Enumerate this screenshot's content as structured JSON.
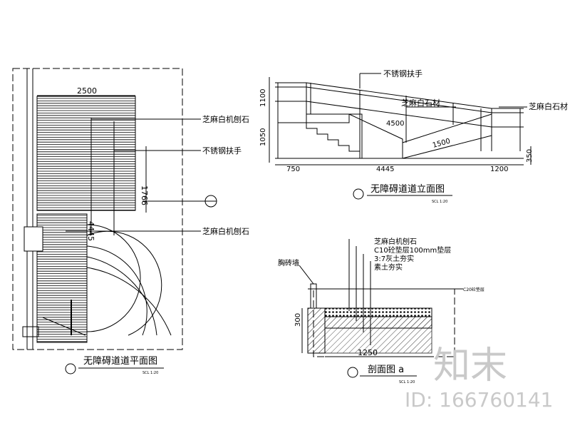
{
  "plan": {
    "title": "无障碍道道平面图",
    "scale": "SCL 1:20",
    "dim_width": "2500",
    "dim_run": "1766",
    "dim_length": "4445",
    "label_top": "芝麻白机刨石",
    "label_handrail": "不锈钢扶手",
    "label_bottom": "芝麻白机刨石"
  },
  "elevation": {
    "title": "无障碍道道立面图",
    "scale": "SCL 1:20",
    "label_handrail": "不锈钢扶手",
    "label_stone_top": "芝麻白石材",
    "label_stone_right": "芝麻白石材",
    "dim_1100": "1100",
    "dim_1050": "1050",
    "dim_4500": "4500",
    "dim_1500": "1500",
    "dim_750": "750",
    "dim_4445": "4445",
    "dim_1200": "1200",
    "dim_350": "350"
  },
  "section": {
    "title": "剖面图 a",
    "scale": "SCL 1:20",
    "label_curb": "胸砖墙",
    "notes": [
      "芝麻白机刨石",
      "C10砼垫层100mm垫层",
      "3:7灰土夯实",
      "素土夯实"
    ],
    "label_right": "C20砼垫层",
    "dim_300": "300",
    "dim_1250": "1250"
  },
  "watermark": {
    "brand": "知末",
    "id_text": "ID: 166760141"
  }
}
